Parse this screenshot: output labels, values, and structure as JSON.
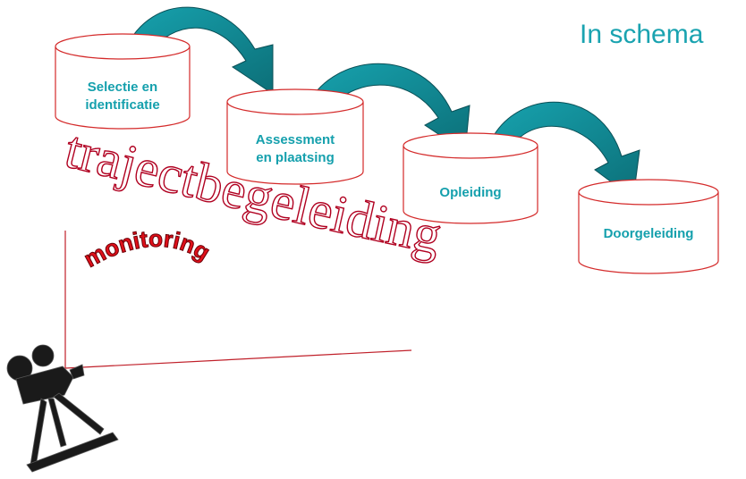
{
  "title": "In schema",
  "stages": [
    {
      "line1": "Selectie en",
      "line2": "identificatie"
    },
    {
      "line1": "Assessment",
      "line2": "en plaatsing"
    },
    {
      "line1": "Opleiding",
      "line2": ""
    },
    {
      "line1": "Doorgeleiding",
      "line2": ""
    }
  ],
  "arc_text": "trajectbegeleiding",
  "monitoring_text": "monitoring",
  "colors": {
    "title": "#1aa3b0",
    "stage_label": "#15a0ad",
    "cylinder_stroke": "#d42a2a",
    "arrow_fill": "#1494a0",
    "line_color": "#c0202a",
    "trajectbegeleiding_outline": "#b00020",
    "monitoring_fill": "#e0101a"
  },
  "icons": [
    "curved-arrow-icon",
    "video-camera-on-tripod-icon"
  ]
}
